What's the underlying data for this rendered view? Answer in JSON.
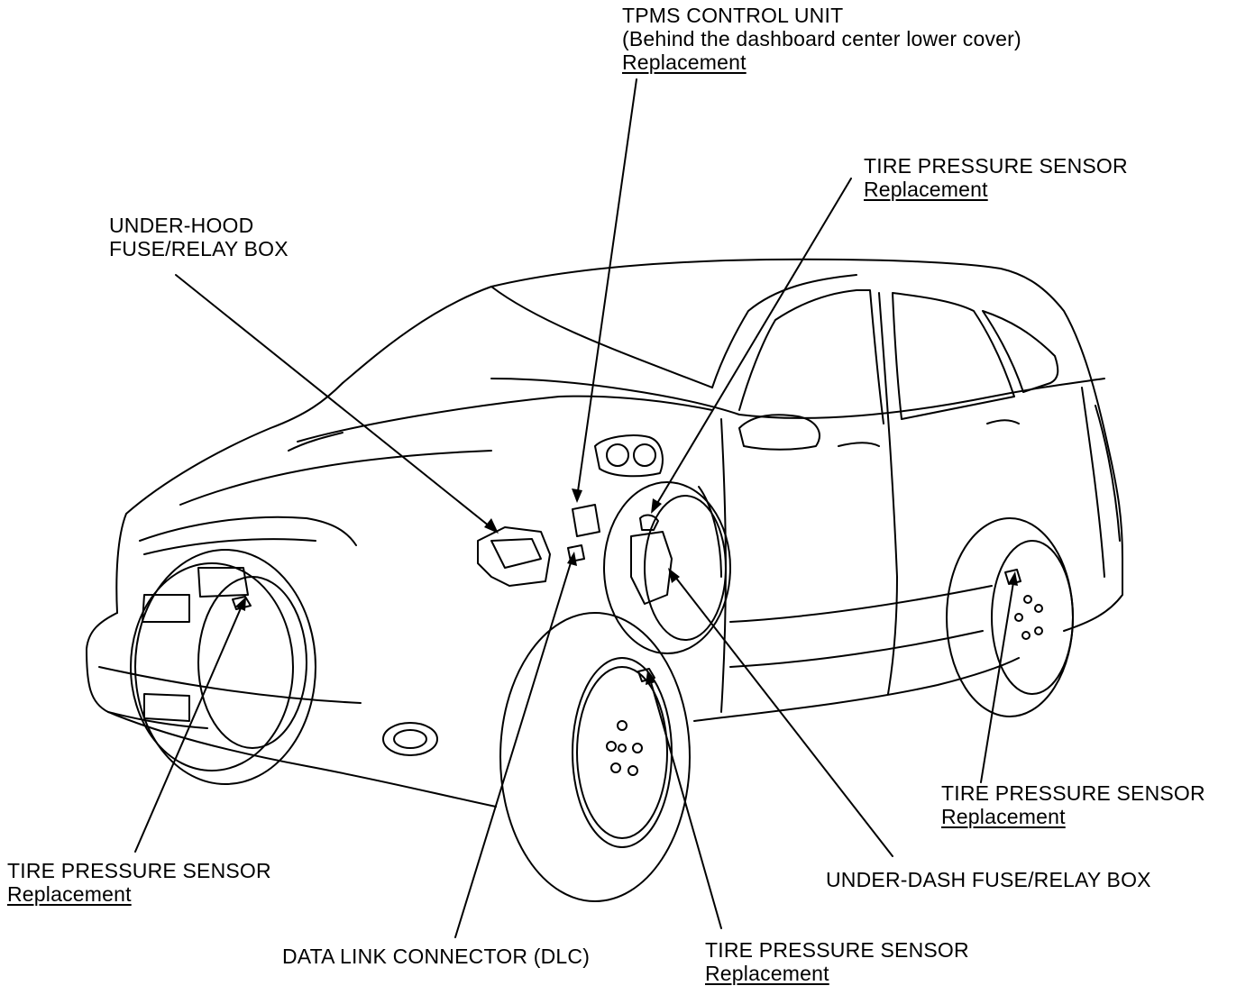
{
  "callouts": {
    "tpms_control_unit": {
      "name": "TPMS CONTROL UNIT",
      "note": "(Behind the dashboard center lower cover)",
      "link": "Replacement"
    },
    "tire_sensor_right_front": {
      "name": "TIRE PRESSURE SENSOR",
      "link": "Replacement"
    },
    "under_hood_box": {
      "line1": "UNDER-HOOD",
      "line2": "FUSE/RELAY BOX"
    },
    "tire_sensor_right_rear": {
      "name": "TIRE PRESSURE SENSOR",
      "link": "Replacement"
    },
    "tire_sensor_left_front": {
      "name": "TIRE PRESSURE SENSOR",
      "link": "Replacement"
    },
    "under_dash_box": {
      "name": "UNDER-DASH FUSE/RELAY BOX"
    },
    "dlc": {
      "name": "DATA LINK CONNECTOR (DLC)"
    },
    "tire_sensor_left_rear": {
      "name": "TIRE PRESSURE SENSOR",
      "link": "Replacement"
    }
  }
}
